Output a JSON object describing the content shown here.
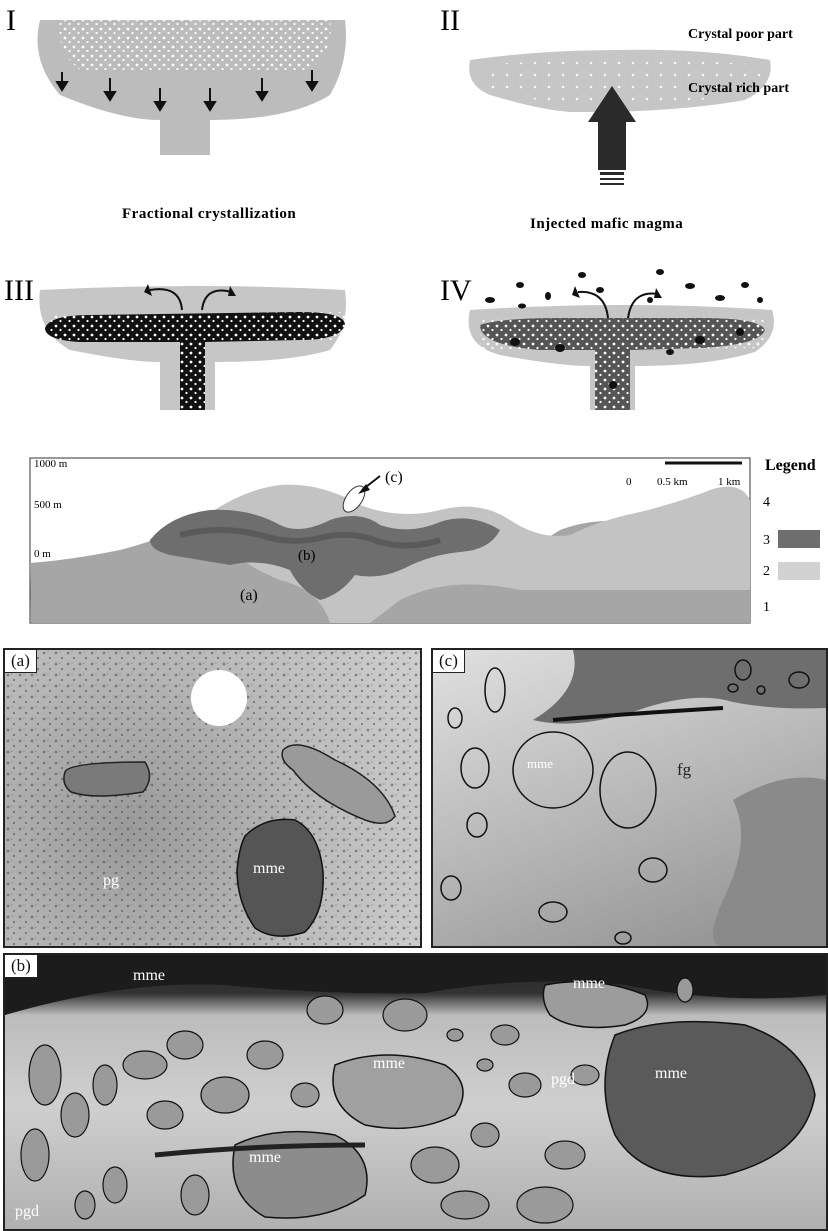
{
  "stages": {
    "I": "I",
    "II": "II",
    "III": "III",
    "IV": "IV",
    "caption_I": "Fractional crystallization",
    "caption_II": "Injected mafic magma",
    "crystal_poor": "Crystal poor part",
    "crystal_rich": "Crystal rich part"
  },
  "section": {
    "elev_1000": "1000 m",
    "elev_500": "500 m",
    "elev_0": "0 m",
    "label_a": "(a)",
    "label_b": "(b)",
    "label_c": "(c)",
    "scale_0": "0",
    "scale_05": "0.5 km",
    "scale_1": "1 km",
    "legend_title": "Legend",
    "legend_4": "4",
    "legend_3": "3",
    "legend_2": "2",
    "legend_1": "1",
    "colors": {
      "unit4": "#ffffff",
      "unit3": "#6e6e6e",
      "unit2": "#bdbdbd",
      "unit1": "#a6a6a6"
    }
  },
  "photo_a": {
    "label": "(a)",
    "pg": "pg",
    "mme": "mme"
  },
  "photo_c": {
    "label": "(c)",
    "fg": "fg",
    "mme": "mme"
  },
  "photo_b": {
    "label": "(b)",
    "mme1": "mme",
    "mme2": "mme",
    "mme3": "mme",
    "mme4": "mme",
    "mme5": "mme",
    "pgd1": "pgd",
    "pgd2": "pgd"
  }
}
